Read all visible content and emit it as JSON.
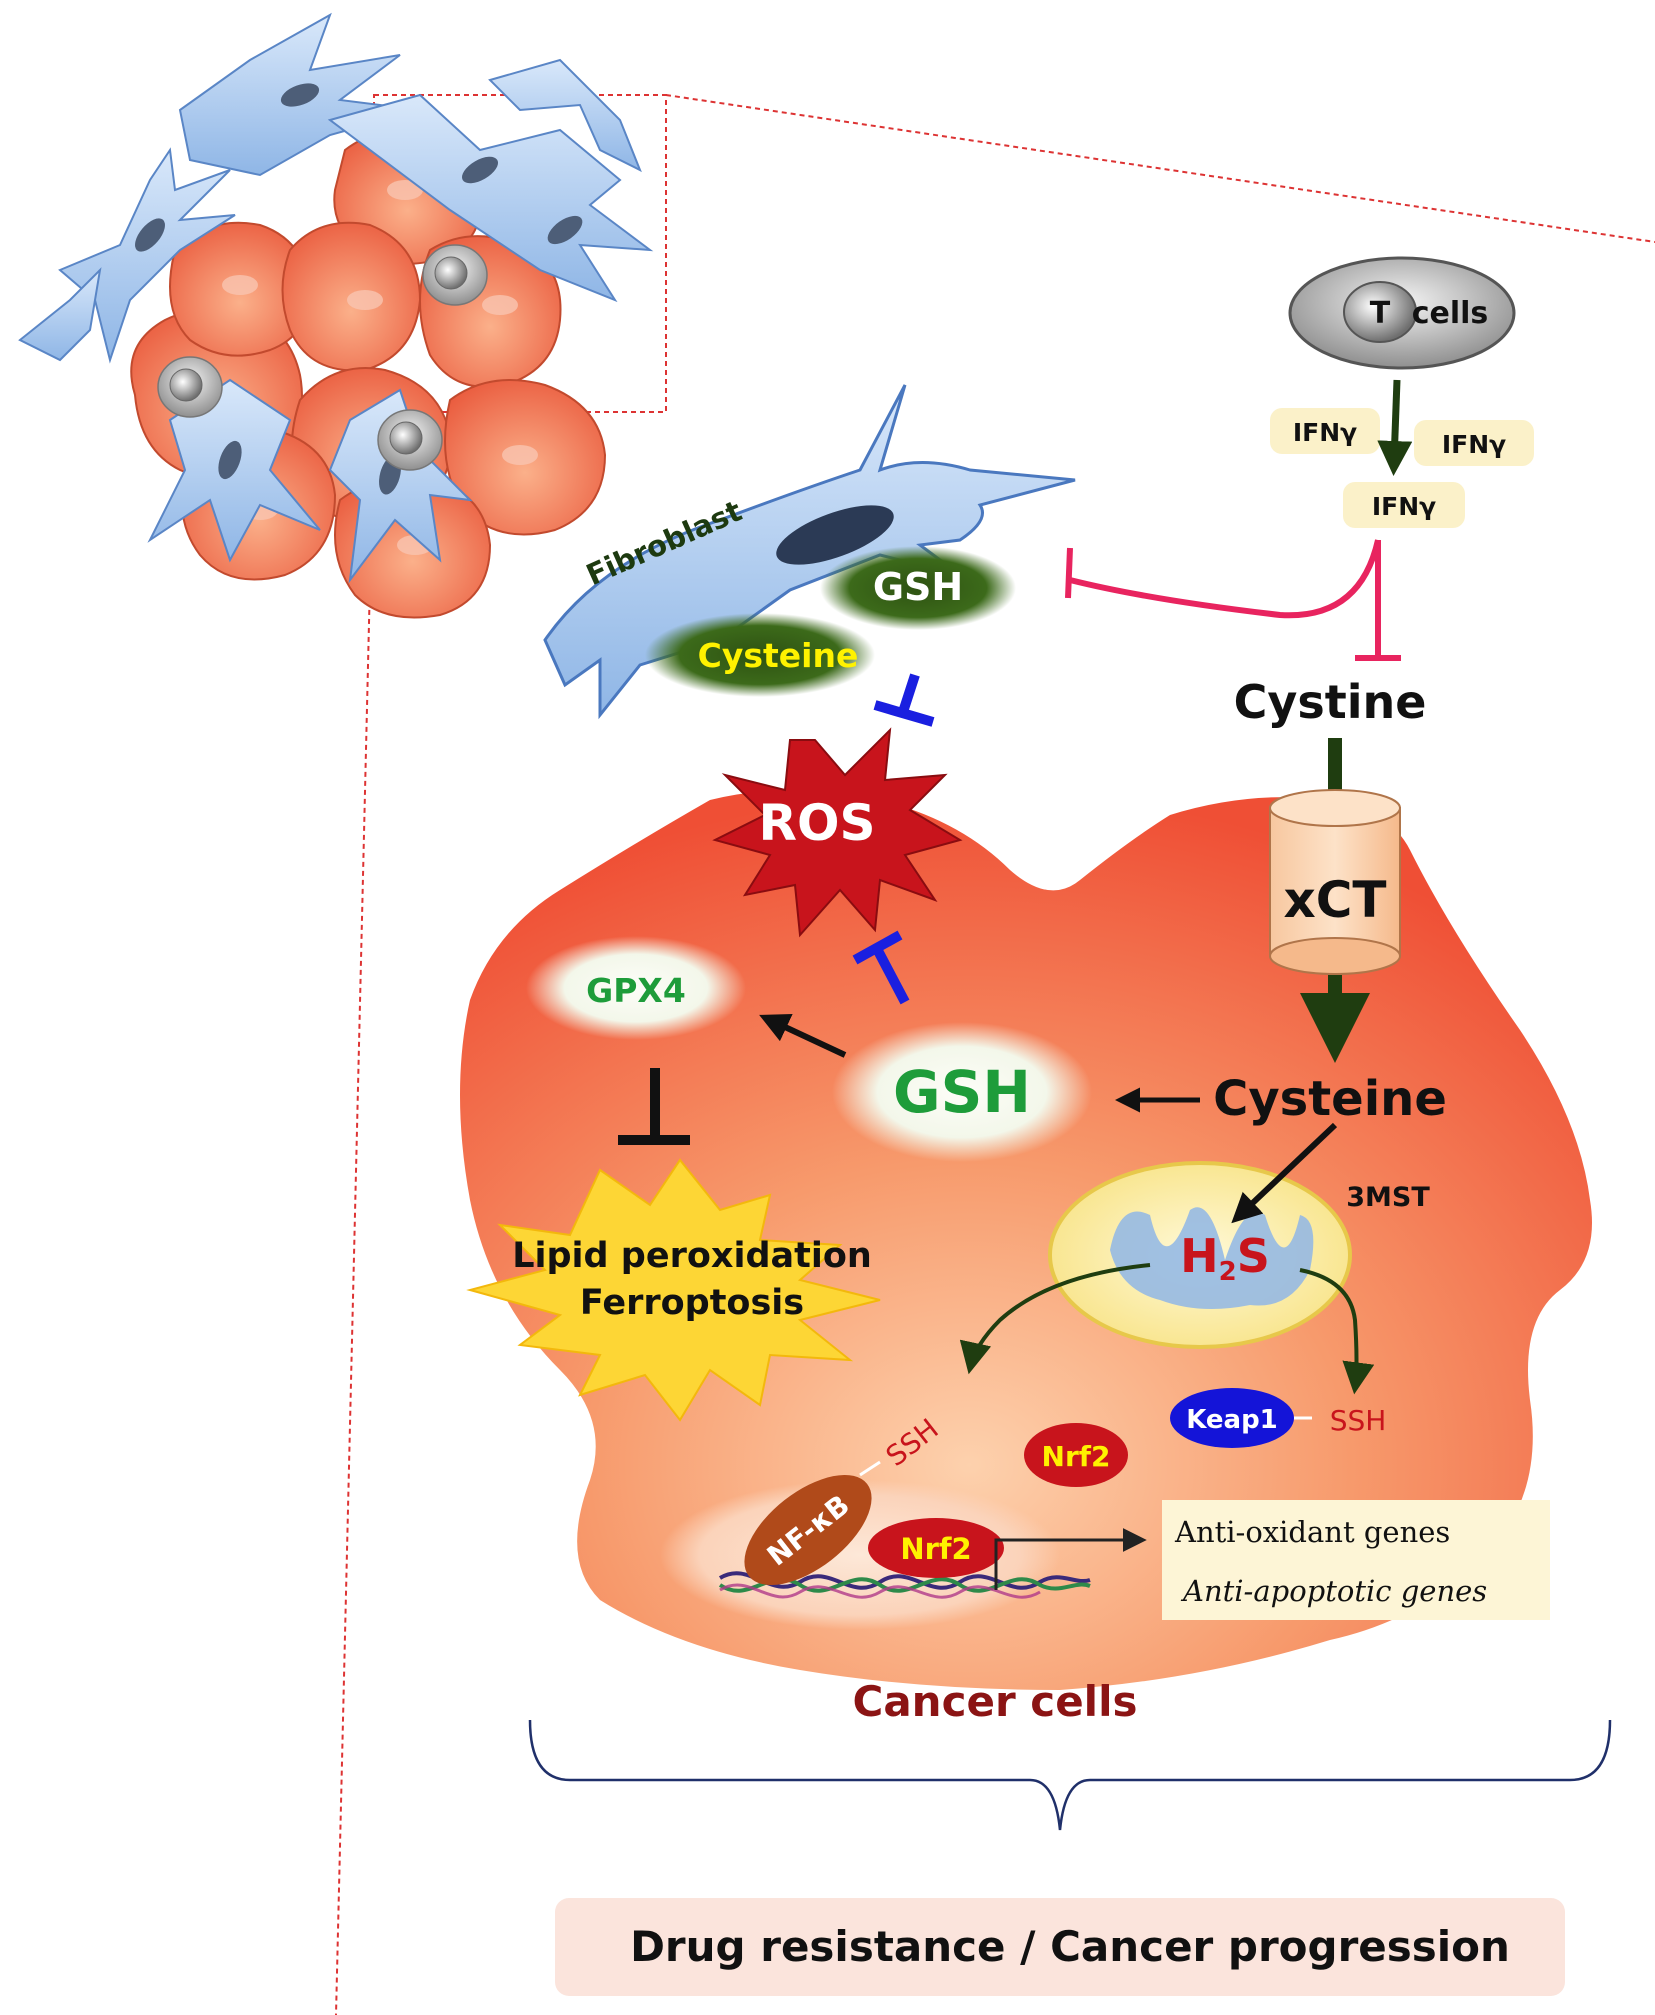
{
  "labels": {
    "t_cells_letter": "T",
    "t_cells_rest": "cells",
    "ifn_1": "IFNγ",
    "ifn_2": "IFNγ",
    "ifn_3": "IFNγ",
    "fibroblast": "Fibroblast",
    "gsh_fibroblast": "GSH",
    "cysteine_fibroblast": "Cysteine",
    "cystine": "Cystine",
    "ros": "ROS",
    "xct": "xCT",
    "gpx4": "GPX4",
    "gsh_cell": "GSH",
    "cysteine_cell": "Cysteine",
    "mst": "3MST",
    "h2s_h": "H",
    "h2s_sub": "2",
    "h2s_s": "S",
    "lipid_peroxidation": "Lipid peroxidation",
    "ferroptosis": "Ferroptosis",
    "keap1": "Keap1",
    "ssh_keap1": "SSH",
    "ssh_nfkb": "SSH",
    "nrf2_cytoplasm": "Nrf2",
    "nrf2_nucleus": "Nrf2",
    "nfkb": "NF-κB",
    "anti_oxidant_genes": "Anti-oxidant genes",
    "anti_apoptotic_genes": "Anti-apoptotic genes",
    "cancer_cells": "Cancer cells",
    "outcome": "Drug resistance / Cancer progression"
  },
  "colors": {
    "activation_arrow": "#1f3d10",
    "inhibition_magenta": "#e8245f",
    "inhibition_blue": "#1a1fe0",
    "inhibition_black": "#111111",
    "cancer_cell_fill": "#f26d4b",
    "fibroblast_fill": "#a9c8ee",
    "label_green": "#1e9c3a",
    "label_yellow": "#fff200",
    "label_darkred": "#8b1414",
    "ifn_box": "#fbf1c9",
    "outcome_box": "#fbe4dc"
  }
}
